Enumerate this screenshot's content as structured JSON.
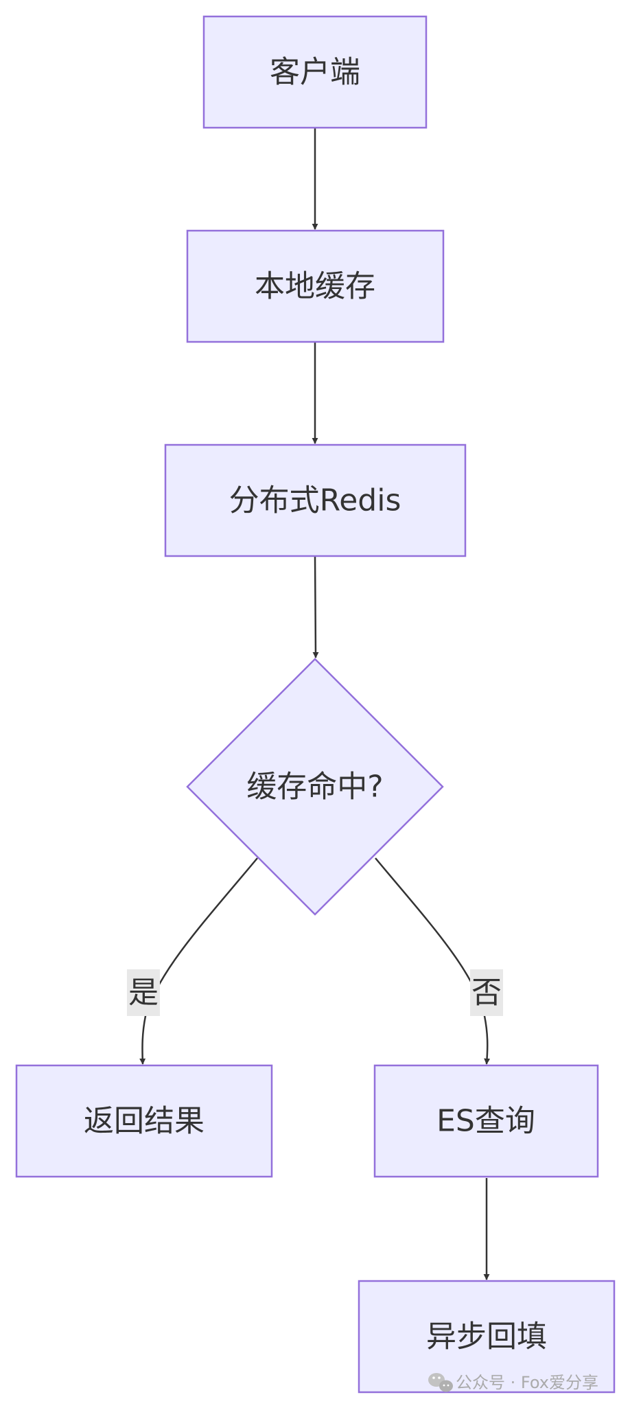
{
  "nodes": {
    "client": "客户端",
    "local_cache": "本地缓存",
    "redis": "分布式Redis",
    "cache_hit": "缓存命中?",
    "return_result": "返回结果",
    "es_query": "ES查询",
    "async_backfill": "异步回填"
  },
  "edges": {
    "yes_label": "是",
    "no_label": "否"
  },
  "watermark": {
    "text": "公众号 · Fox爱分享"
  },
  "colors": {
    "node_fill": "#ececff",
    "node_stroke": "#9370db",
    "edge": "#333333",
    "edge_label_bg": "#e8e8e8"
  }
}
